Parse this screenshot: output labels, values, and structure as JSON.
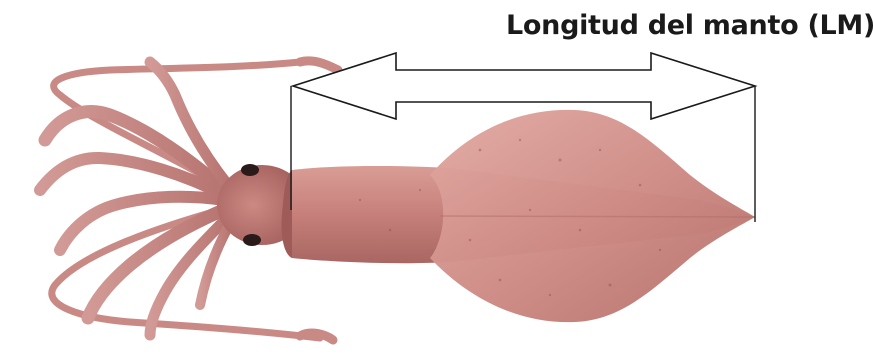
{
  "label": {
    "text": "Longitud del manto (LM)"
  },
  "colors": {
    "background": "#ffffff",
    "body": "#c9827d",
    "body_dark": "#a5605d",
    "body_light": "#e4aaa4",
    "arrow_stroke": "#1a1a1a",
    "text": "#1a1a1a"
  },
  "illustration": {
    "subject": "squid",
    "measure": "mantle-length"
  }
}
